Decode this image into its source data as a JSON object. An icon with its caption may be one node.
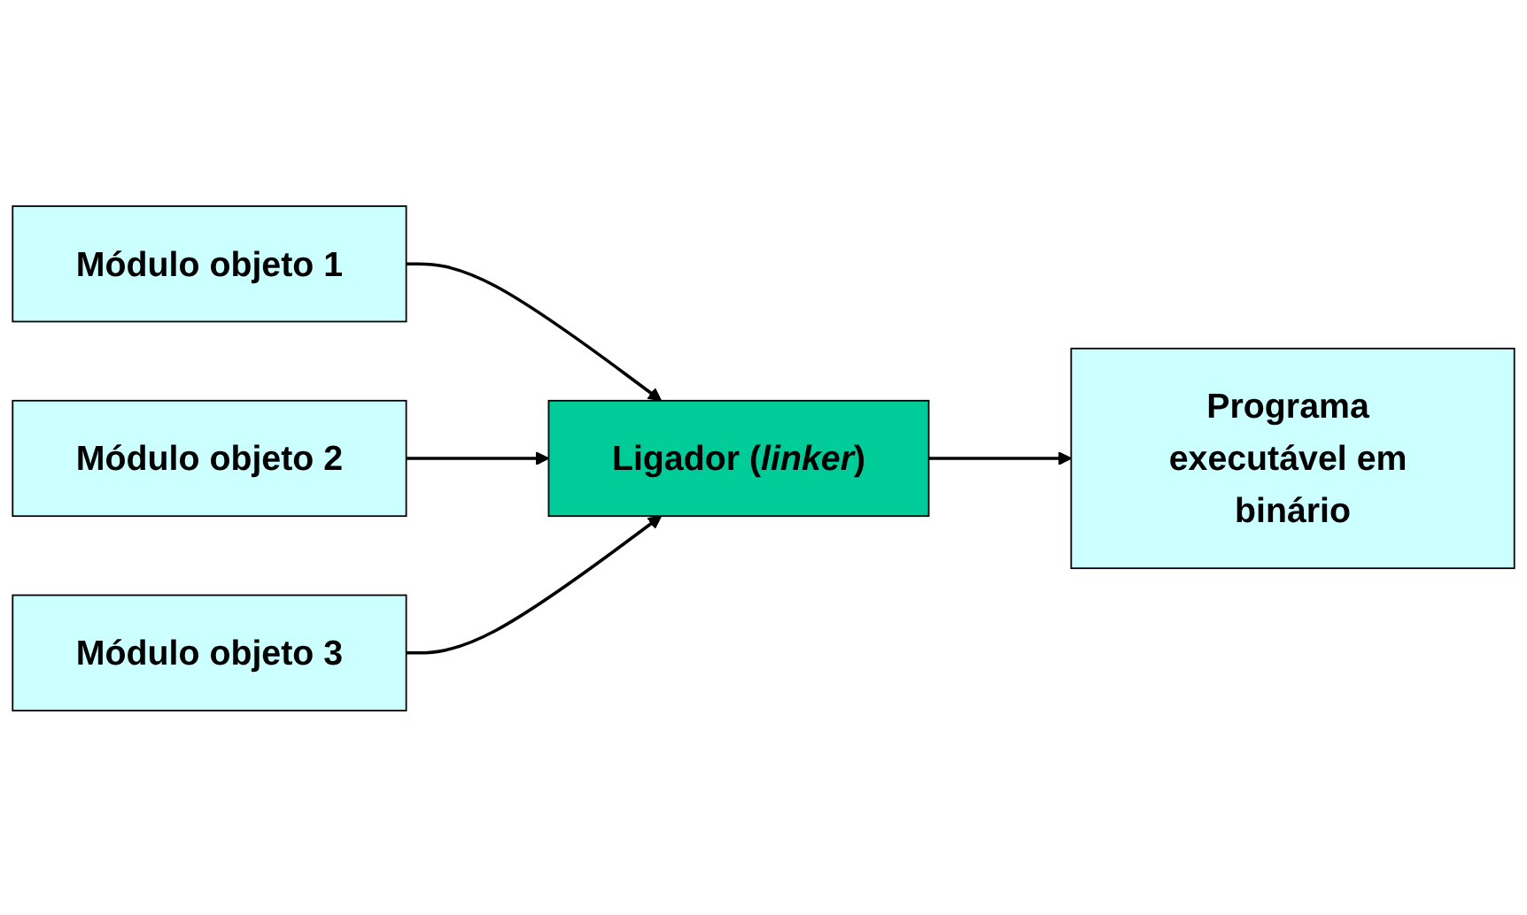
{
  "diagram": {
    "nodes": [
      {
        "text": [
          "Módulo objeto 1"
        ]
      },
      {
        "text": [
          "Módulo objeto 2"
        ]
      },
      {
        "text": [
          "Módulo objeto 3"
        ]
      },
      {
        "text": [
          "Ligador (*linker*)"
        ]
      },
      {
        "text": [
          "Programa executável em binário"
        ]
      }
    ],
    "edges": [
      {
        "from": 0,
        "to": 3,
        "arrow": "to"
      },
      {
        "from": 1,
        "to": 3,
        "arrow": "to"
      },
      {
        "from": 2,
        "to": 3,
        "arrow": "to"
      },
      {
        "from": 3,
        "to": 4,
        "arrow": "to"
      }
    ]
  }
}
